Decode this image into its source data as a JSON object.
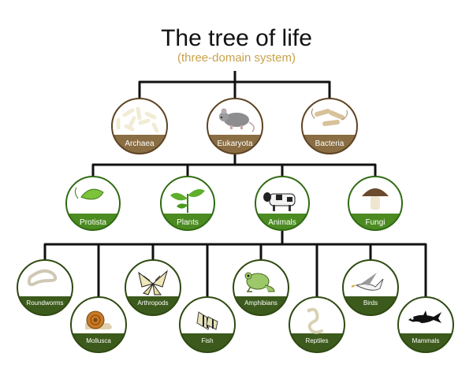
{
  "header": {
    "title": "The tree of life",
    "subtitle": "(three-domain system)"
  },
  "colors": {
    "brown": "#8a6d43",
    "green_mid": "#4b8b21",
    "green_dark": "#3c5a1c",
    "line": "#111111",
    "ring_brown": "#5e4424",
    "ring_green": "#2f6b12"
  },
  "domains": [
    {
      "label": "Archaea",
      "icon": "rod-bacteria-icon"
    },
    {
      "label": "Eukaryota",
      "icon": "mouse-icon"
    },
    {
      "label": "Bacteria",
      "icon": "bacteria-icon"
    }
  ],
  "kingdoms": [
    {
      "label": "Protista",
      "icon": "protist-icon"
    },
    {
      "label": "Plants",
      "icon": "seedling-icon"
    },
    {
      "label": "Animals",
      "icon": "cow-icon"
    },
    {
      "label": "Fungi",
      "icon": "mushroom-icon"
    }
  ],
  "phyla": [
    {
      "label": "Roundworms",
      "icon": "worm-icon"
    },
    {
      "label": "Mollusca",
      "icon": "snail-icon"
    },
    {
      "label": "Arthropods",
      "icon": "butterfly-icon"
    },
    {
      "label": "Fish",
      "icon": "fish-icon"
    },
    {
      "label": "Amphibians",
      "icon": "frog-icon"
    },
    {
      "label": "Reptiles",
      "icon": "snake-icon"
    },
    {
      "label": "Birds",
      "icon": "bird-icon"
    },
    {
      "label": "Mammals",
      "icon": "orca-icon"
    }
  ]
}
